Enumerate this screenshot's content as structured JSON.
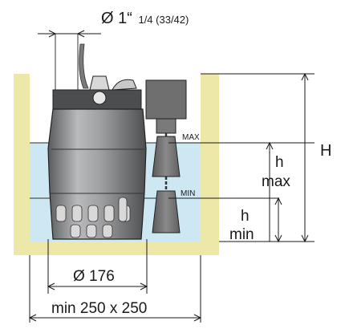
{
  "outlet_label": {
    "main": "Ø 1“",
    "sub": "1/4 (33/42)"
  },
  "float_marks": {
    "max": "MAX",
    "min": "MIN"
  },
  "height_labels": {
    "H": "H",
    "h_max_1": "h",
    "h_max_2": "max",
    "h_min_1": "h",
    "h_min_2": "min"
  },
  "diameter_label": "Ø 176",
  "pit_label": "min 250 x 250",
  "colors": {
    "water": "#cde8f3",
    "pit_wall": "#ede8a8",
    "pump_body": "#8e8f91",
    "float": "#787878"
  }
}
